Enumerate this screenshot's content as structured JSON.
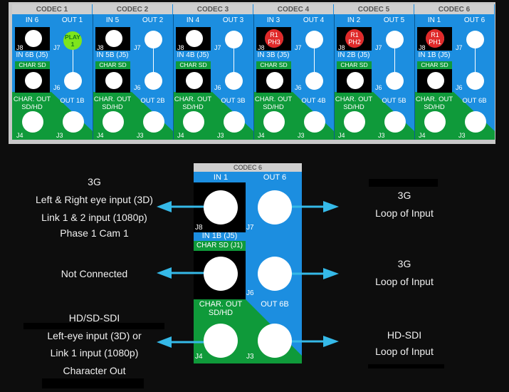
{
  "overview": {
    "codecs": [
      {
        "title": "CODEC 1",
        "in": "IN 6",
        "out": "OUT 1",
        "in_b": "IN 6B (J5)",
        "out_b": "OUT 1B",
        "badge": {
          "text1": "PLAY",
          "text2": "1",
          "color": "#7ee51c",
          "text_color": "#1a7a1a"
        }
      },
      {
        "title": "CODEC 2",
        "in": "IN 5",
        "out": "OUT 2",
        "in_b": "IN 5B (J5)",
        "out_b": "OUT 2B",
        "badge": null
      },
      {
        "title": "CODEC 3",
        "in": "IN 4",
        "out": "OUT 3",
        "in_b": "IN 4B (J5)",
        "out_b": "OUT 3B",
        "badge": null
      },
      {
        "title": "CODEC 4",
        "in": "IN 3",
        "out": "OUT 4",
        "in_b": "IN 3B (J5)",
        "out_b": "OUT 4B",
        "badge": {
          "text1": "R1",
          "text2": "PH3",
          "color": "#e02a2a",
          "text_color": "#ffffff"
        }
      },
      {
        "title": "CODEC 5",
        "in": "IN 2",
        "out": "OUT 5",
        "in_b": "IN 2B (J5)",
        "out_b": "OUT 5B",
        "badge": {
          "text1": "R1",
          "text2": "PH2",
          "color": "#e02a2a",
          "text_color": "#ffffff"
        }
      },
      {
        "title": "CODEC 6",
        "in": "IN 1",
        "out": "OUT 6",
        "in_b": "IN 1B (J5)",
        "out_b": "OUT 6B",
        "badge": {
          "text1": "R1",
          "text2": "PH1",
          "color": "#e02a2a",
          "text_color": "#ffffff"
        }
      }
    ],
    "char_sd": "CHAR SD (J1)",
    "char_out_1": "CHAR. OUT",
    "char_out_2": "SD/HD",
    "jacks": {
      "j8": "J8",
      "j7": "J7",
      "j6": "J6",
      "j4": "J4",
      "j3": "J3"
    }
  },
  "detail": {
    "title": "CODEC 6",
    "in": "IN 1",
    "out": "OUT 6",
    "in_b": "IN 1B (J5)",
    "char_sd": "CHAR SD (J1)",
    "char_out_1": "CHAR. OUT",
    "char_out_2": "SD/HD",
    "out_b": "OUT 6B",
    "jacks": {
      "j8": "J8",
      "j7": "J7",
      "j6": "J6",
      "j4": "J4",
      "j3": "J3"
    }
  },
  "descriptions": {
    "left_top": [
      "3G",
      "Left & Right eye input (3D)",
      "Link 1 & 2 input (1080p)",
      "Phase 1 Cam 1"
    ],
    "left_mid": [
      "Not Connected"
    ],
    "left_bottom": [
      "HD/SD-SDI",
      "Left-eye input (3D) or",
      "Link 1 input (1080p)",
      "Character Out"
    ],
    "right_top": [
      "3G",
      "Loop of Input"
    ],
    "right_mid": [
      "3G",
      "Loop of Input"
    ],
    "right_bottom": [
      "HD-SDI",
      "Loop of Input"
    ]
  },
  "colors": {
    "panel_blue": "#1c8ee0",
    "panel_green": "#0f9a3a",
    "arrow": "#35b9e8",
    "frame_gray": "#c8c8c8"
  }
}
